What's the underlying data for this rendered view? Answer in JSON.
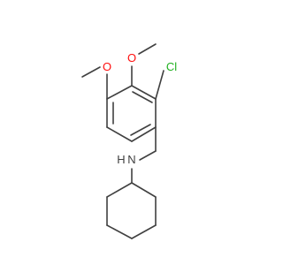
{
  "molecule": {
    "atoms": {
      "oxygen_upper": "O",
      "oxygen_left": "O",
      "chlorine": "Cl",
      "amine_n": "N",
      "amine_h": "H"
    },
    "colors": {
      "bond": "#404040",
      "oxygen": "#ff0d0d",
      "chlorine": "#1fb01f",
      "nitrogen": "#3050f8"
    }
  }
}
